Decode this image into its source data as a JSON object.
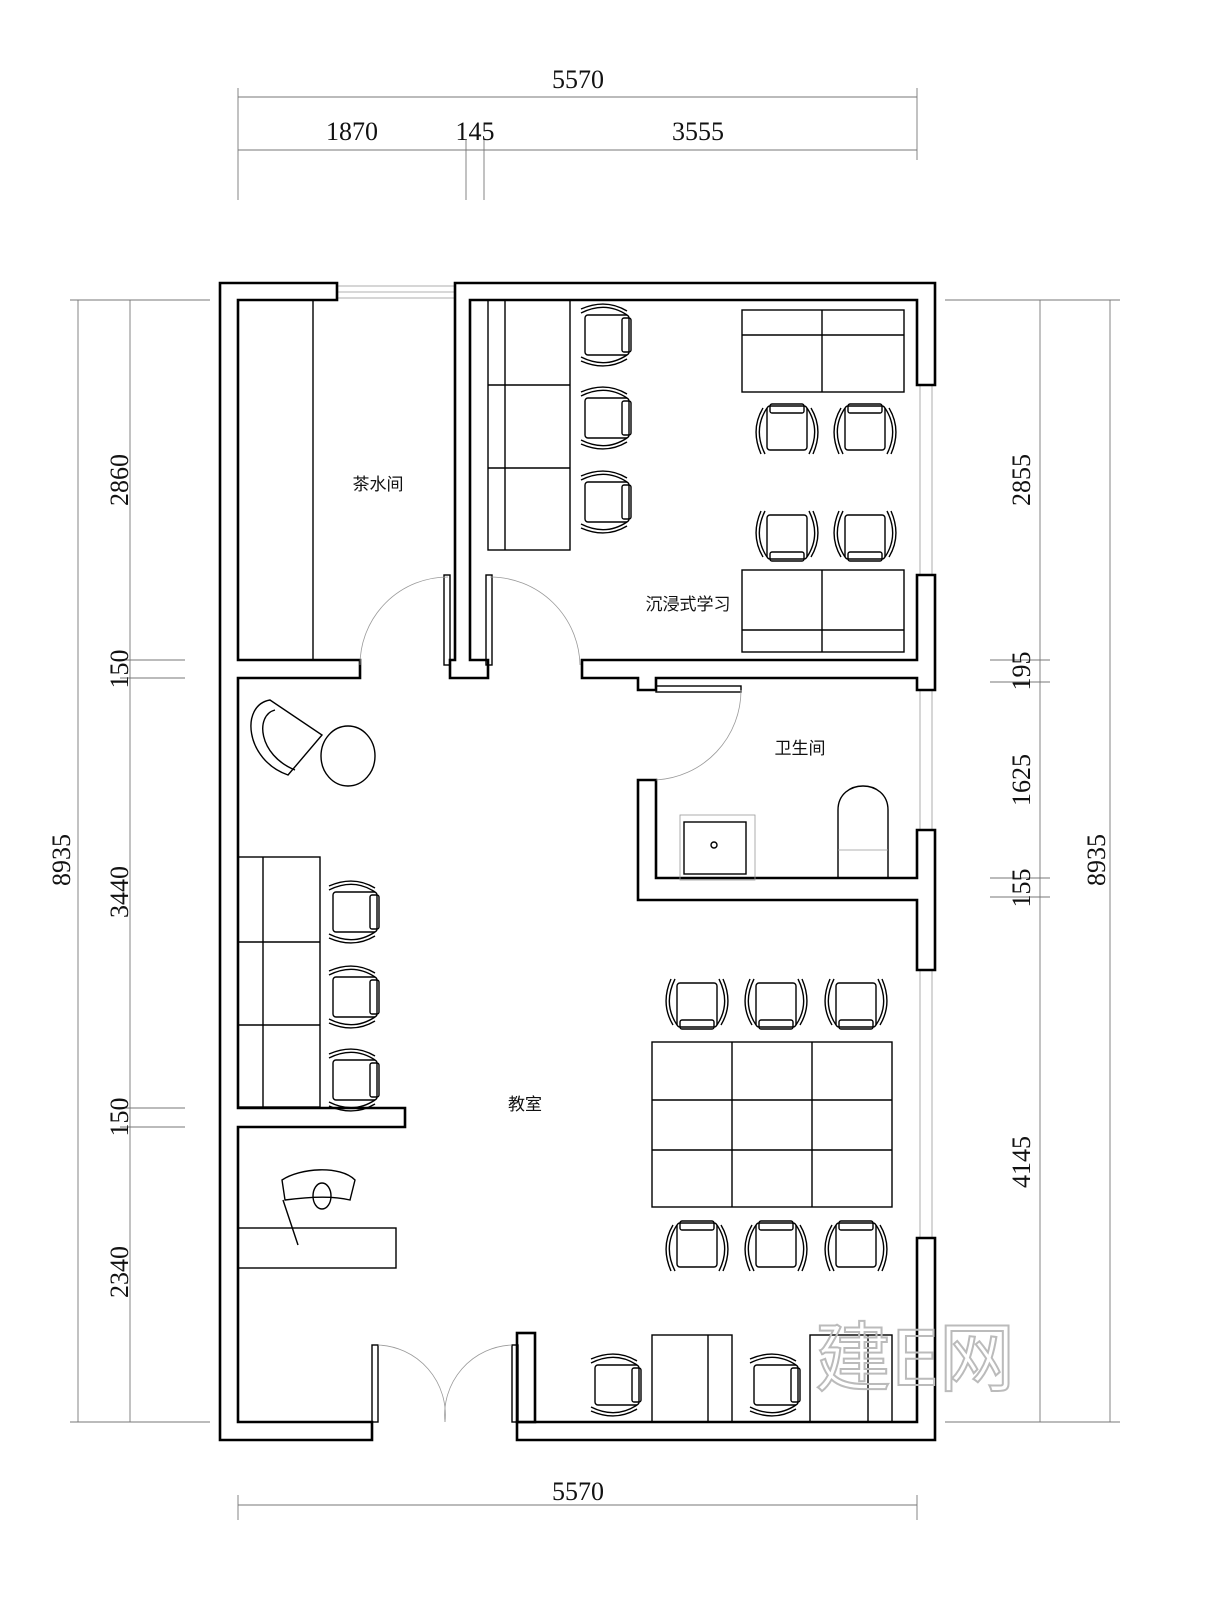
{
  "title": "Floor plan",
  "dimensions": {
    "top_total": "5570",
    "top_segments": [
      "1870",
      "145",
      "3555"
    ],
    "bottom_total": "5570",
    "left_total": "8935",
    "left_segments": [
      "2860",
      "150",
      "3440",
      "150",
      "2340"
    ],
    "right_total": "8935",
    "right_segments": [
      "2855",
      "195",
      "1625",
      "155",
      "4145"
    ]
  },
  "rooms": {
    "tea_room": "茶水间",
    "immersive_study": "沉浸式学习",
    "restroom": "卫生间",
    "classroom": "教室"
  },
  "watermark": "建E网",
  "colors": {
    "line": "#000000",
    "dimension_line": "#777777",
    "background": "#ffffff"
  }
}
